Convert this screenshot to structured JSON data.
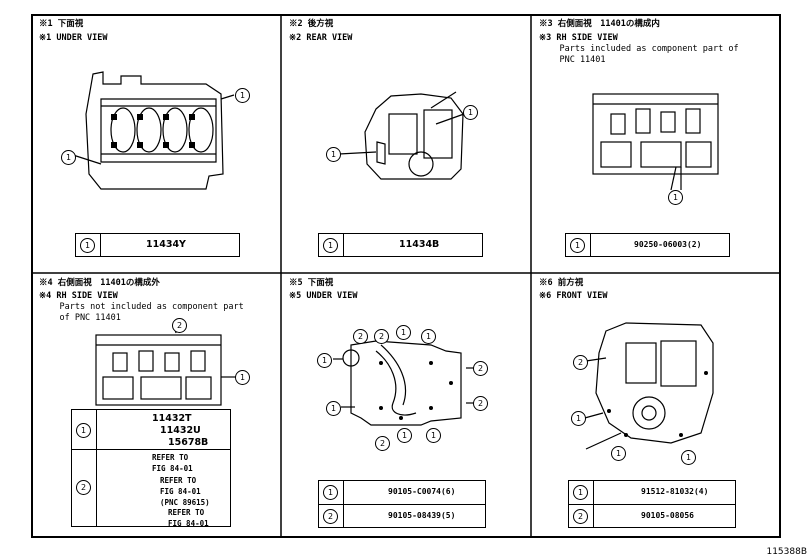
{
  "panels": [
    {
      "title_jp": "※1 下面視",
      "title_en": "※1 UNDER VIEW",
      "legend": [
        {
          "num": "1",
          "part": "11434Y"
        }
      ]
    },
    {
      "title_jp": "※2 後方視",
      "title_en": "※2 REAR VIEW",
      "legend": [
        {
          "num": "1",
          "part": "11434B"
        }
      ]
    },
    {
      "title_jp": "※3 右側面視　11401の構成内",
      "title_en": "※3 RH SIDE VIEW",
      "note": "    Parts included as component part of\n    PNC 11401",
      "legend": [
        {
          "num": "1",
          "part": "90250-06003(2)"
        }
      ]
    },
    {
      "title_jp": "※4 右側面視　11401の構成外",
      "title_en": "※4 RH SIDE VIEW",
      "note": "    Parts not included as component part\n    of PNC 11401",
      "legend_a": [
        "11432T",
        "11432U",
        "15678B"
      ],
      "legend_b": [
        "REFER TO\nFIG 84-01",
        "REFER TO\nFIG 84-01\n(PNC 89615)",
        "REFER TO\nFIG 84-01"
      ]
    },
    {
      "title_jp": "※5 下面視",
      "title_en": "※5 UNDER VIEW",
      "legend": [
        {
          "num": "1",
          "part": "90105-C0074(6)"
        },
        {
          "num": "2",
          "part": "90105-08439(5)"
        }
      ]
    },
    {
      "title_jp": "※6 前方視",
      "title_en": "※6 FRONT VIEW",
      "legend": [
        {
          "num": "1",
          "part": "91512-81032(4)"
        },
        {
          "num": "2",
          "part": "90105-08056"
        }
      ]
    }
  ],
  "callout": {
    "one": "1",
    "two": "2"
  },
  "footer": "115388B"
}
